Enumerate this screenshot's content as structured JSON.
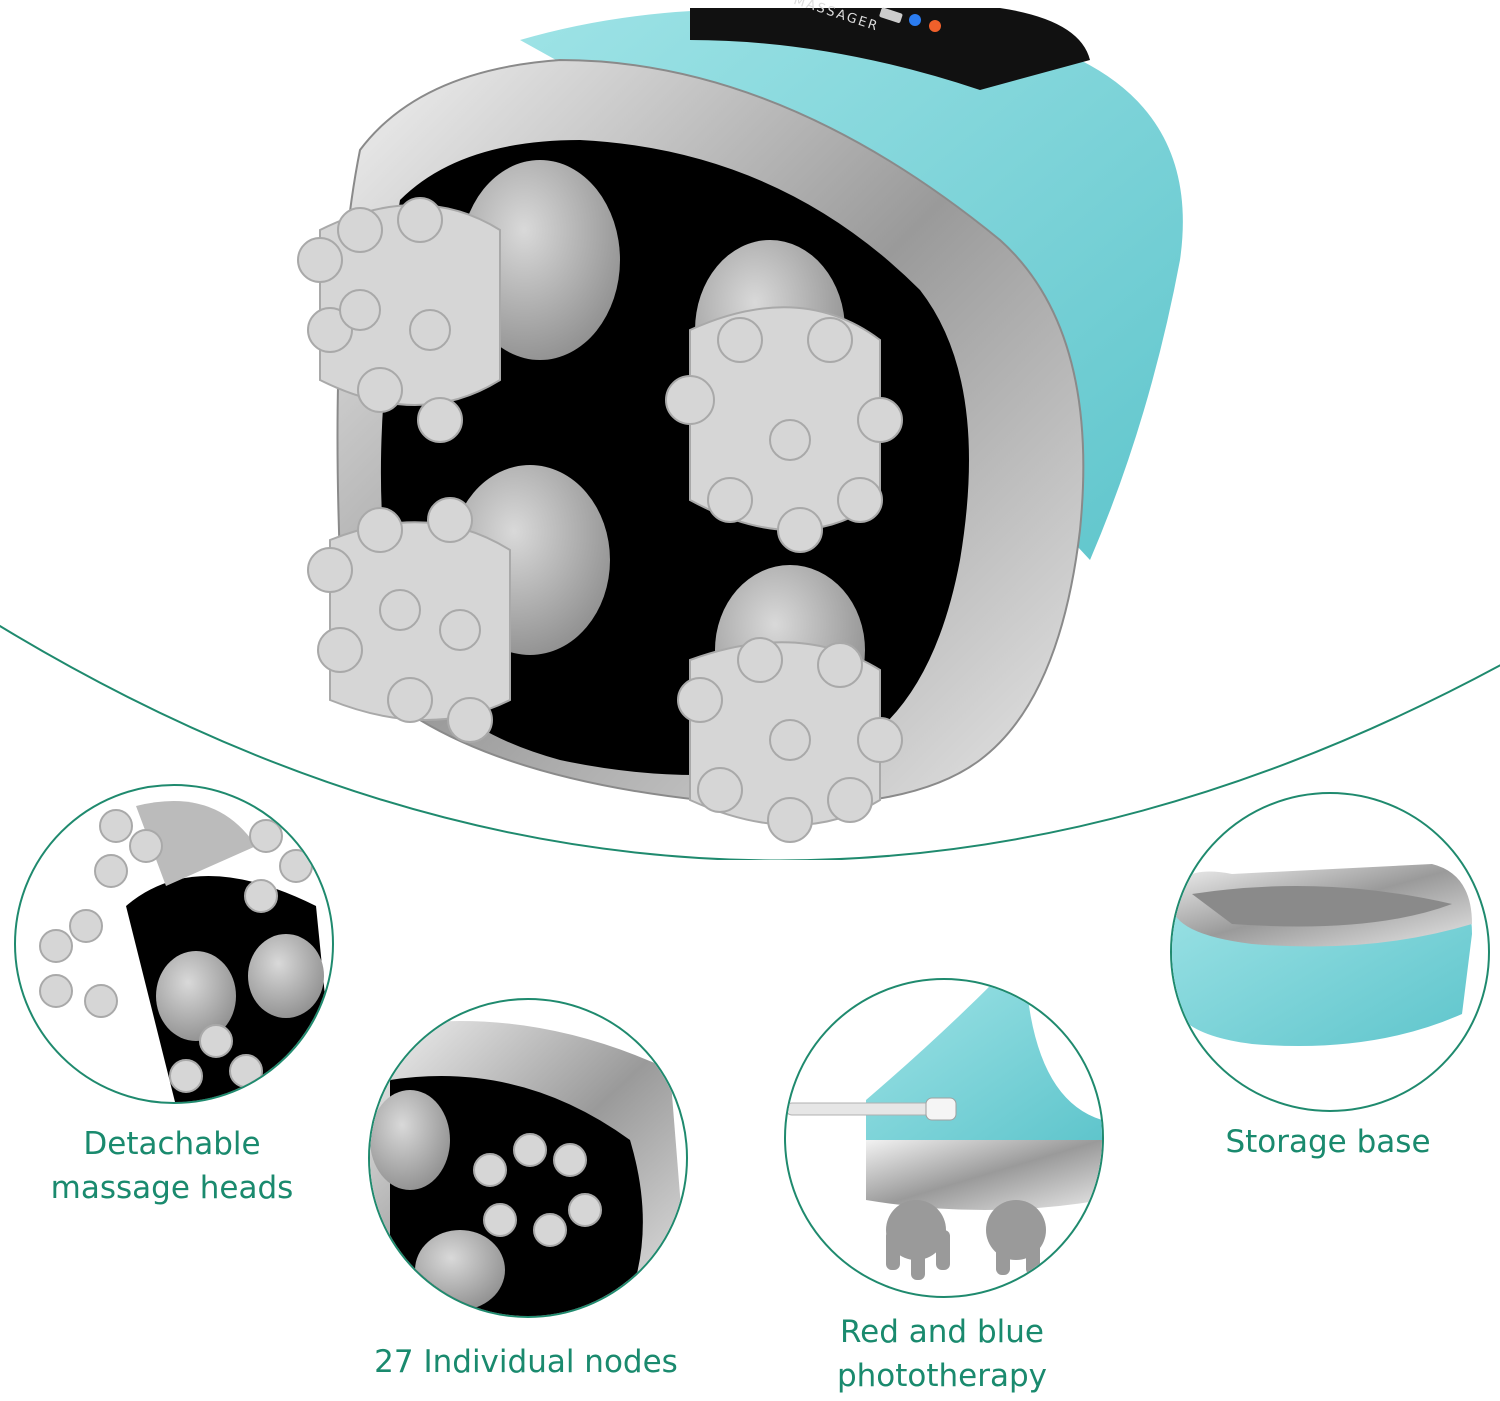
{
  "product": {
    "brand_text": "MASSAGER"
  },
  "colors": {
    "accent_teal": "#7fd3d9",
    "caption_green": "#1a8a6e",
    "circle_border": "#1f8a6e",
    "nodes_gray": "#d6d6d6",
    "face_black": "#000000",
    "metal": "#b9b9b9"
  },
  "features": [
    {
      "label_line1": "Detachable",
      "label_line2": "massage heads"
    },
    {
      "label_line1": "27 Individual nodes",
      "label_line2": ""
    },
    {
      "label_line1": "Red and blue",
      "label_line2": "phototherapy"
    },
    {
      "label_line1": "Storage base",
      "label_line2": ""
    }
  ]
}
